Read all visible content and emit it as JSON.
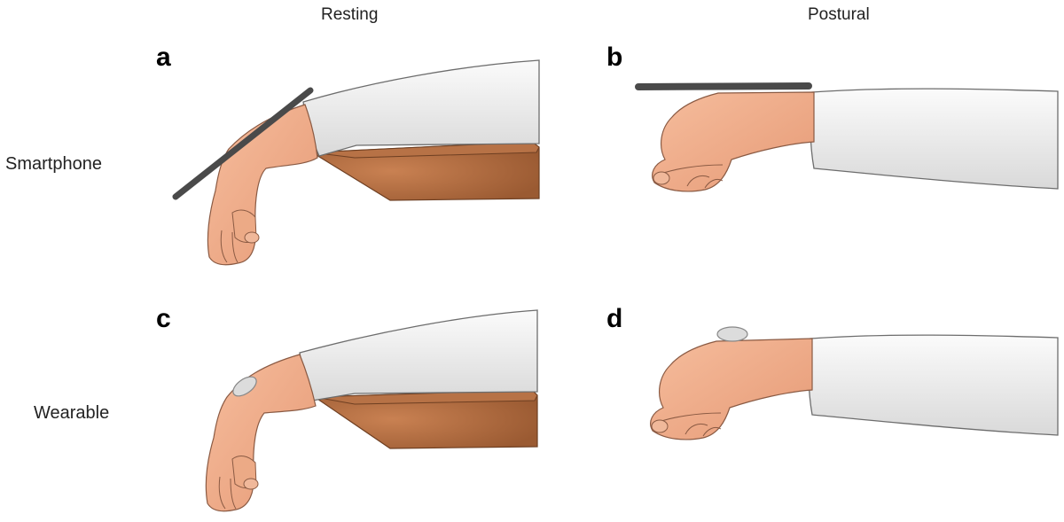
{
  "columns": {
    "resting": "Resting",
    "postural": "Postural"
  },
  "rows": {
    "smartphone": "Smartphone",
    "wearable": "Wearable"
  },
  "panels": {
    "a": "a",
    "b": "b",
    "c": "c",
    "d": "d"
  },
  "colors": {
    "skin": "#f4b08c",
    "skin_shadow": "#d98c68",
    "sleeve": "#f2f2f2",
    "sleeve_shadow": "#cfcfcf",
    "table": "#a8663a",
    "table_light": "#c47b49",
    "device": "#4a4a4a",
    "wearable": "#dcdcdc"
  }
}
